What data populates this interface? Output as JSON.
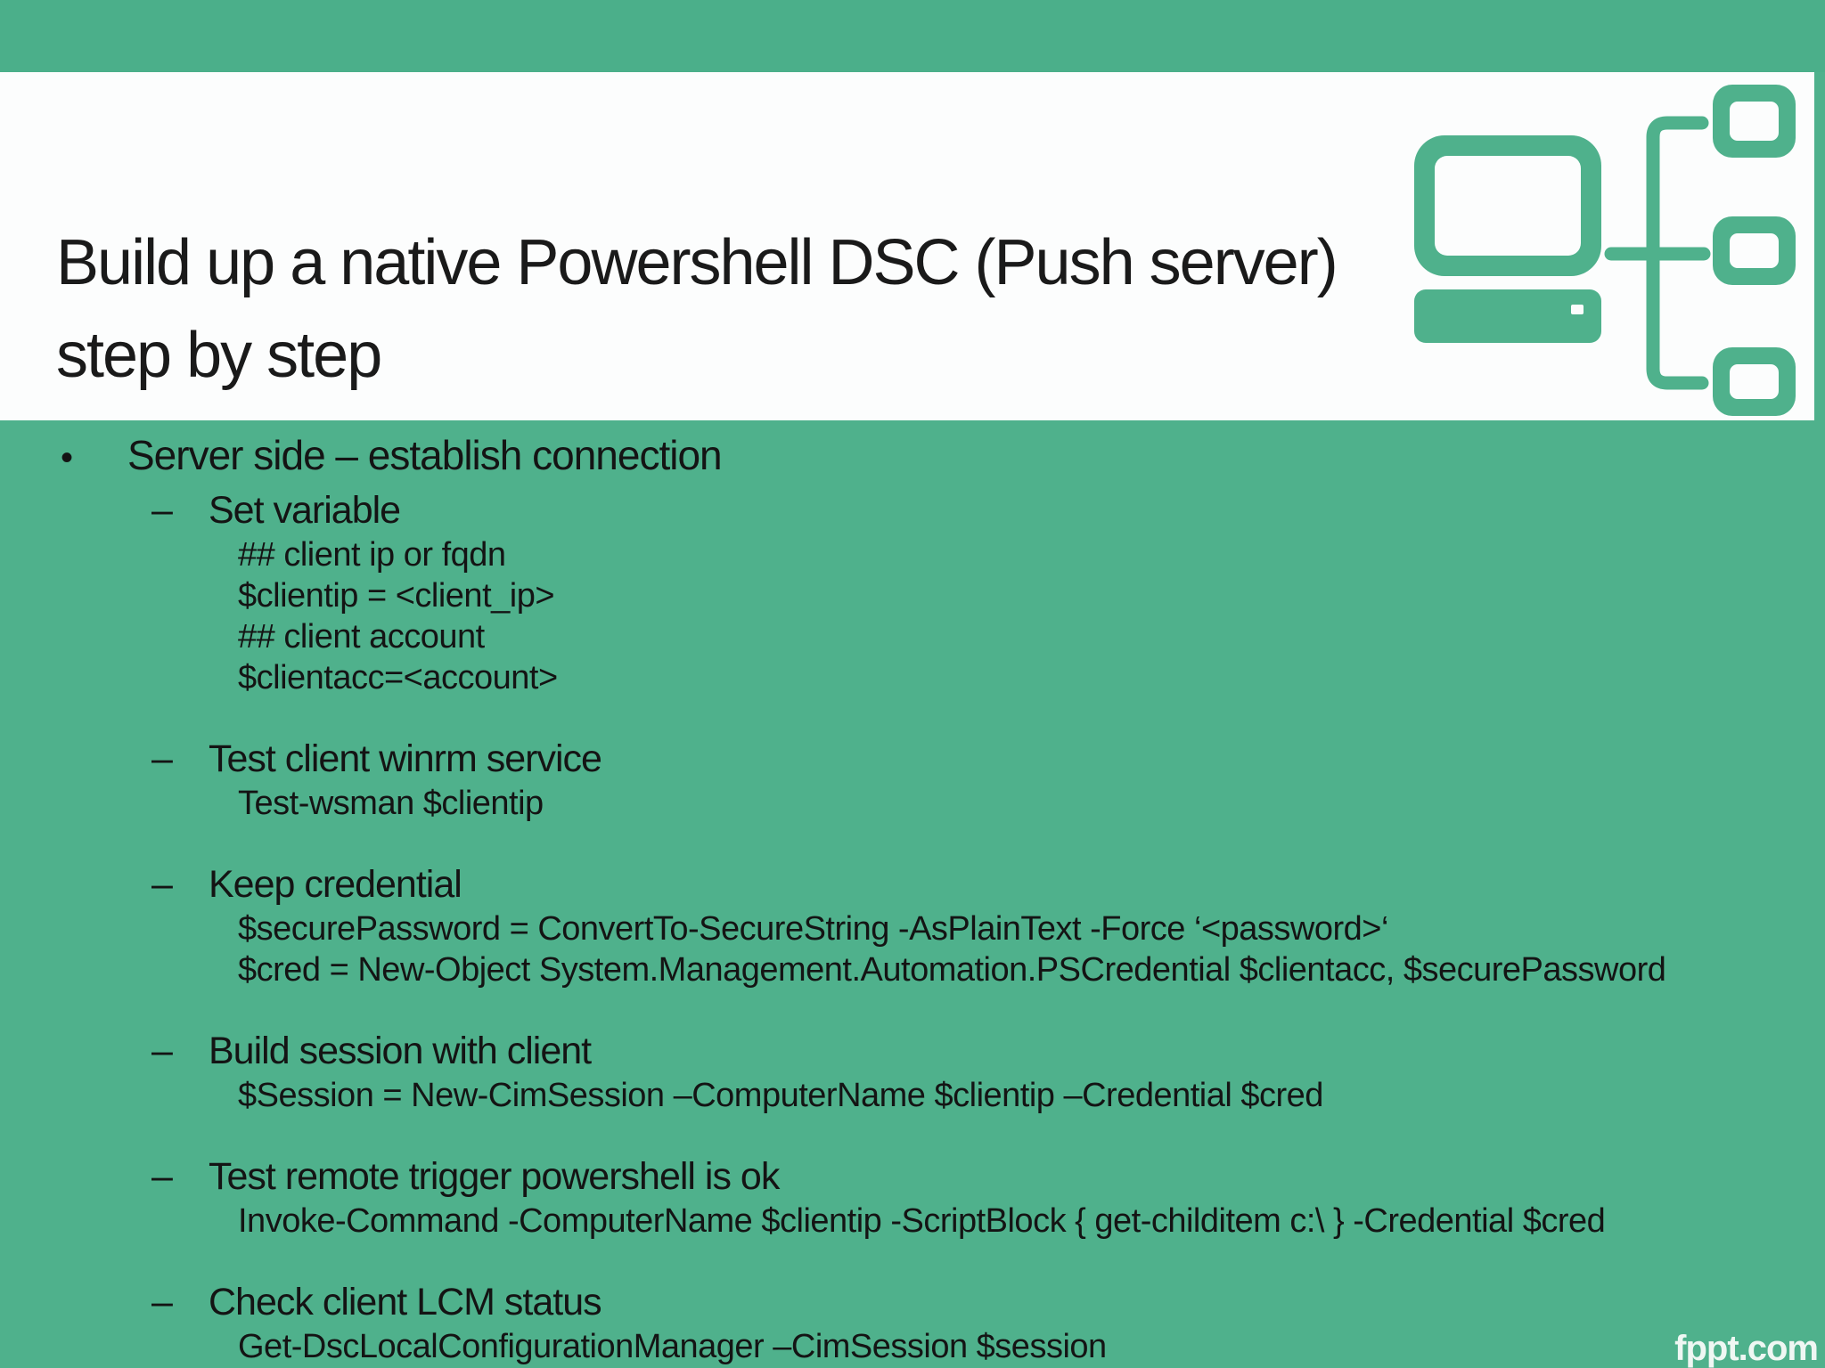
{
  "slide": {
    "title_line1": "Build up a native Powershell DSC (Push server)",
    "title_line2": "step by step",
    "watermark": "fppt.com"
  },
  "markers": {
    "bullet": "•",
    "dash": "–"
  },
  "content": {
    "heading": "Server side – establish connection",
    "groups": [
      {
        "header": "Set variable",
        "code": [
          "## client ip or fqdn",
          "$clientip = <client_ip>",
          "## client account",
          "$clientacc=<account>"
        ]
      },
      {
        "header": "Test client winrm service",
        "code": [
          "Test-wsman $clientip"
        ]
      },
      {
        "header": "Keep credential",
        "code": [
          "$securePassword = ConvertTo-SecureString -AsPlainText -Force ‘<password>‘",
          "$cred = New-Object System.Management.Automation.PSCredential $clientacc, $securePassword"
        ]
      },
      {
        "header": "Build session with client",
        "code": [
          "$Session = New-CimSession –ComputerName $clientip –Credential $cred"
        ]
      },
      {
        "header": "Test remote trigger powershell is ok",
        "code": [
          "Invoke-Command -ComputerName $clientip -ScriptBlock { get-childitem c:\\ } -Credential $cred"
        ]
      },
      {
        "header": "Check client LCM status",
        "code": [
          "Get-DscLocalConfigurationManager –CimSession $session"
        ]
      }
    ]
  },
  "icon": {
    "name": "computer-network-icon"
  },
  "colors": {
    "green": "#4FB18C",
    "green_bar": "#4BAF8A",
    "header_bg": "#FCFDFD",
    "text": "#141414",
    "watermark_text": "#EFF7F3"
  }
}
